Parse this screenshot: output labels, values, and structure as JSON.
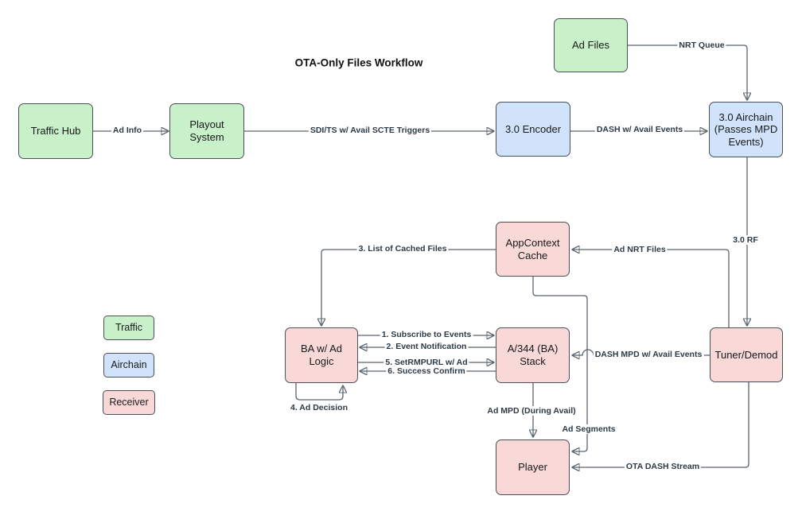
{
  "title": "OTA-Only Files Workflow",
  "colors": {
    "traffic_fill": "#c9f1c9",
    "airchain_fill": "#d0e3fa",
    "receiver_fill": "#f9d8d8",
    "shape_border": "#495057",
    "connector": "#5a646e",
    "arrowhead": "#39424c",
    "edge_label_text": "#2d3a45",
    "node_text": "#17191b"
  },
  "nodes": {
    "traffic_hub": {
      "label": "Traffic Hub",
      "group": "traffic"
    },
    "playout_system": {
      "label": "Playout System",
      "group": "traffic"
    },
    "ad_files": {
      "label": "Ad Files",
      "group": "traffic"
    },
    "encoder": {
      "label": "3.0 Encoder",
      "group": "airchain"
    },
    "airchain": {
      "label": "3.0 Airchain (Passes MPD Events)",
      "group": "airchain"
    },
    "appcontext_cache": {
      "label": "AppContext Cache",
      "group": "receiver"
    },
    "ba_ad_logic": {
      "label": "BA w/ Ad Logic",
      "group": "receiver"
    },
    "a344_stack": {
      "label": "A/344 (BA) Stack",
      "group": "receiver"
    },
    "tuner_demod": {
      "label": "Tuner/Demod",
      "group": "receiver"
    },
    "player": {
      "label": "Player",
      "group": "receiver"
    }
  },
  "edges": {
    "ad_info": {
      "label": "Ad Info"
    },
    "sdi_ts": {
      "label": "SDI/TS w/ Avail SCTE Triggers"
    },
    "dash_avail_events": {
      "label": "DASH w/ Avail Events"
    },
    "nrt_queue": {
      "label": "NRT Queue"
    },
    "rf": {
      "label": "3.0 RF"
    },
    "ad_nrt_files": {
      "label": "Ad NRT Files"
    },
    "list_cached_files": {
      "label": "3. List of Cached Files"
    },
    "subscribe_events": {
      "label": "1. Subscribe to Events"
    },
    "event_notification": {
      "label": "2. Event Notification"
    },
    "setrmpurl": {
      "label": "5. SetRMPURL w/ Ad"
    },
    "success_confirm": {
      "label": "6. Success Confirm"
    },
    "ad_decision": {
      "label": "4. Ad Decision"
    },
    "dash_mpd": {
      "label": "DASH MPD w/ Avail Events"
    },
    "ad_mpd": {
      "label": "Ad MPD (During Avail)"
    },
    "ad_segments": {
      "label": "Ad Segments"
    },
    "ota_dash_stream": {
      "label": "OTA DASH Stream"
    }
  },
  "legend": {
    "traffic": {
      "label": "Traffic"
    },
    "airchain": {
      "label": "Airchain"
    },
    "receiver": {
      "label": "Receiver"
    }
  }
}
